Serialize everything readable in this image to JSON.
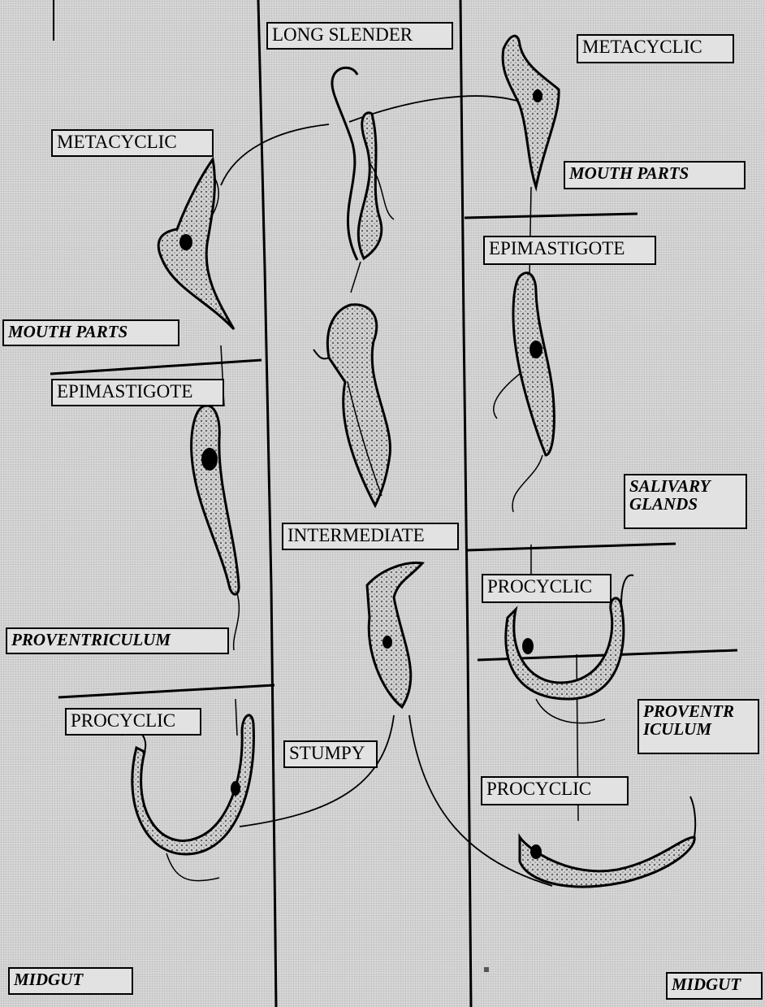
{
  "center": {
    "top": "LONG SLENDER",
    "middle": "INTERMEDIATE",
    "bottom": "STUMPY"
  },
  "left": {
    "forms": [
      "METACYCLIC",
      "EPIMASTIGOTE",
      "PROCYCLIC"
    ],
    "stages": [
      "MOUTH PARTS",
      "PROVENTRICULUM",
      "MIDGUT"
    ]
  },
  "right": {
    "forms": [
      "METACYCLIC",
      "EPIMASTIGOTE",
      "PROCYCLIC",
      "PROCYCLIC"
    ],
    "stages": {
      "mouth": "MOUTH PARTS",
      "salivary": [
        "SALIVARY",
        "GLANDS"
      ],
      "proventriculum": [
        "PROVENTR",
        "ICULUM"
      ],
      "midgut": "MIDGUT"
    }
  }
}
